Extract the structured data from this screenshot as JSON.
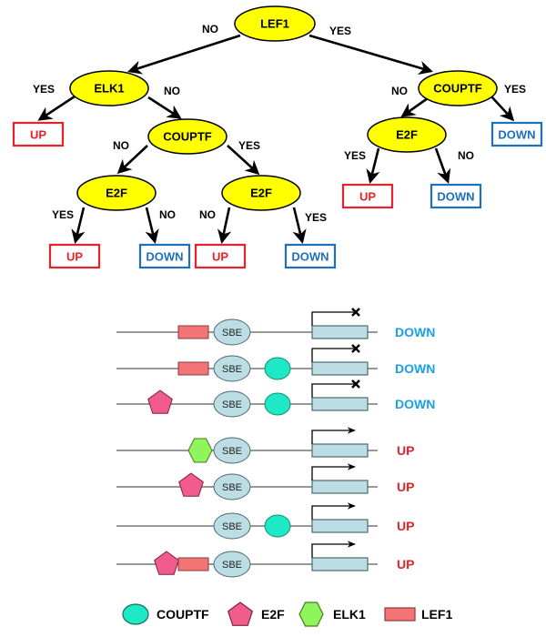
{
  "colors": {
    "node_fill": "#ffff00",
    "up": "#e8212a",
    "down_box": "#1f6fbf",
    "down_text": "#1aa0e8",
    "couptf": "#1de9c6",
    "e2f": "#f25c8c",
    "elk1": "#8ff55c",
    "lef1": "#f27474",
    "sbe": "#bcdde3",
    "gene": "#bcdde3"
  },
  "tree": {
    "nodes": [
      {
        "id": "lef1",
        "label": "LEF1"
      },
      {
        "id": "elk1",
        "label": "ELK1"
      },
      {
        "id": "couptf_r",
        "label": "COUPTF"
      },
      {
        "id": "couptf_l",
        "label": "COUPTF"
      },
      {
        "id": "e2f_r",
        "label": "E2F"
      },
      {
        "id": "e2f_ll",
        "label": "E2F"
      },
      {
        "id": "e2f_lr",
        "label": "E2F"
      }
    ],
    "edges": [
      {
        "from": "lef1",
        "to": "elk1",
        "label": "NO"
      },
      {
        "from": "lef1",
        "to": "couptf_r",
        "label": "YES"
      },
      {
        "from": "elk1",
        "to": "leaf1",
        "label": "YES"
      },
      {
        "from": "elk1",
        "to": "couptf_l",
        "label": "NO"
      },
      {
        "from": "couptf_r",
        "to": "e2f_r",
        "label": "NO"
      },
      {
        "from": "couptf_r",
        "to": "leaf2",
        "label": "YES"
      },
      {
        "from": "couptf_l",
        "to": "e2f_ll",
        "label": "NO"
      },
      {
        "from": "couptf_l",
        "to": "e2f_lr",
        "label": "YES"
      },
      {
        "from": "e2f_r",
        "to": "leaf3",
        "label": "YES"
      },
      {
        "from": "e2f_r",
        "to": "leaf4",
        "label": "NO"
      },
      {
        "from": "e2f_ll",
        "to": "leaf5",
        "label": "YES"
      },
      {
        "from": "e2f_ll",
        "to": "leaf6",
        "label": "NO"
      },
      {
        "from": "e2f_lr",
        "to": "leaf7",
        "label": "NO"
      },
      {
        "from": "e2f_lr",
        "to": "leaf8",
        "label": "YES"
      }
    ],
    "leaves": [
      {
        "id": "leaf1",
        "label": "UP",
        "type": "up"
      },
      {
        "id": "leaf2",
        "label": "DOWN",
        "type": "down"
      },
      {
        "id": "leaf3",
        "label": "UP",
        "type": "up"
      },
      {
        "id": "leaf4",
        "label": "DOWN",
        "type": "down"
      },
      {
        "id": "leaf5",
        "label": "UP",
        "type": "up"
      },
      {
        "id": "leaf6",
        "label": "DOWN",
        "type": "down"
      },
      {
        "id": "leaf7",
        "label": "UP",
        "type": "up"
      },
      {
        "id": "leaf8",
        "label": "DOWN",
        "type": "down"
      }
    ]
  },
  "constructs": {
    "sbe_label": "SBE",
    "rows": [
      {
        "elements": [
          "lef1"
        ],
        "couptf": false,
        "outcome": "DOWN",
        "blocked": true
      },
      {
        "elements": [
          "lef1"
        ],
        "couptf": true,
        "outcome": "DOWN",
        "blocked": true
      },
      {
        "elements": [
          "e2f_far"
        ],
        "couptf": true,
        "outcome": "DOWN",
        "blocked": true
      },
      {
        "elements": [
          "elk1"
        ],
        "couptf": false,
        "outcome": "UP",
        "blocked": false
      },
      {
        "elements": [
          "e2f"
        ],
        "couptf": false,
        "outcome": "UP",
        "blocked": false
      },
      {
        "elements": [],
        "couptf": true,
        "outcome": "UP",
        "blocked": false
      },
      {
        "elements": [
          "e2f",
          "lef1"
        ],
        "couptf": false,
        "outcome": "UP",
        "blocked": false
      }
    ]
  },
  "legend": [
    {
      "shape": "ellipse",
      "label": "COUPTF"
    },
    {
      "shape": "pentagon",
      "label": "E2F"
    },
    {
      "shape": "hexagon",
      "label": "ELK1"
    },
    {
      "shape": "rect",
      "label": "LEF1"
    }
  ]
}
